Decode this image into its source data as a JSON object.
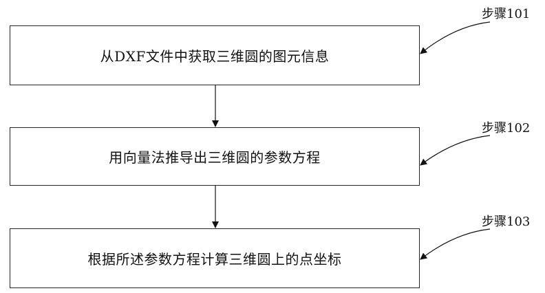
{
  "steps": [
    {
      "text": "从DXF文件中获取三维圆的图元信息",
      "label": "步骤101"
    },
    {
      "text": "用向量法推导出三维圆的参数方程",
      "label": "步骤102"
    },
    {
      "text": "根据所述参数方程计算三维圆上的点坐标",
      "label": "步骤103"
    }
  ]
}
